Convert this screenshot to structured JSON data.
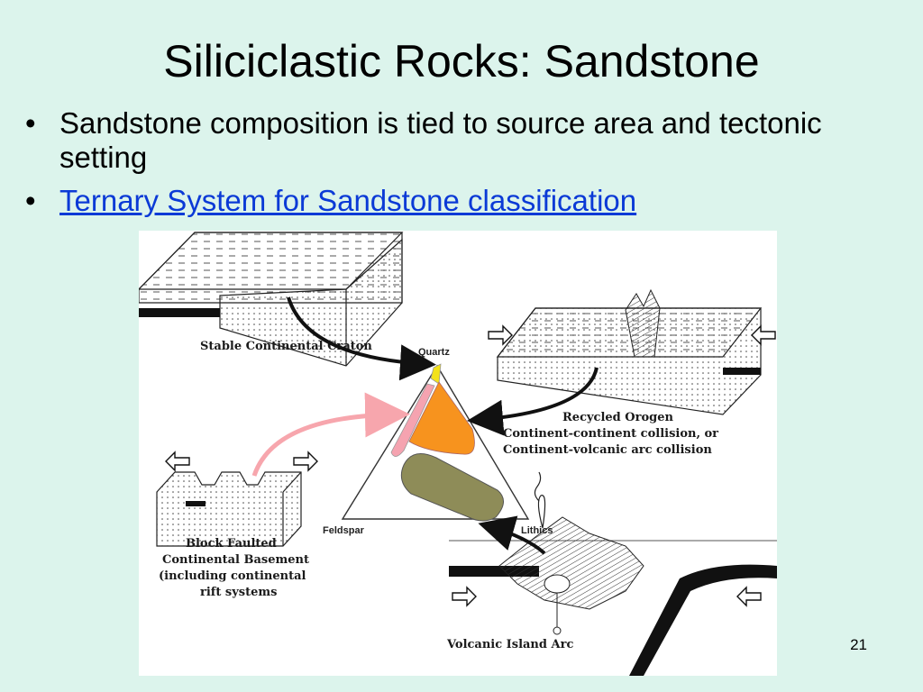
{
  "slide": {
    "title": "Siliciclastic Rocks: Sandstone",
    "bullets": [
      {
        "text": "Sandstone composition is tied to source area and tectonic setting",
        "is_link": false
      },
      {
        "text": "Ternary System for Sandstone classification",
        "is_link": true
      }
    ],
    "page_number": "21"
  },
  "figure": {
    "labels": {
      "stable_craton": "Stable Continental Craton",
      "quartz": "Quartz",
      "feldspar": "Feldspar",
      "lithics": "Lithics",
      "recycled_orogen_1": "Recycled Orogen",
      "recycled_orogen_2": "Continent-continent collision, or",
      "recycled_orogen_3": "Continent-volcanic arc collision",
      "block_faulted_1": "Block Faulted",
      "block_faulted_2": "Continental Basement",
      "block_faulted_3": "(including continental",
      "block_faulted_4": "rift systems",
      "volcanic_arc": "Volcanic Island Arc"
    },
    "fields": [
      {
        "name": "craton-field",
        "color": "#f3e21a"
      },
      {
        "name": "rift-field",
        "color": "#f5a3b0"
      },
      {
        "name": "orogen-field",
        "color": "#f7931e"
      },
      {
        "name": "arc-field",
        "color": "#8e8c58"
      }
    ],
    "arrow_color": "#111111",
    "rift_arrow_color": "#f7a6ad"
  }
}
